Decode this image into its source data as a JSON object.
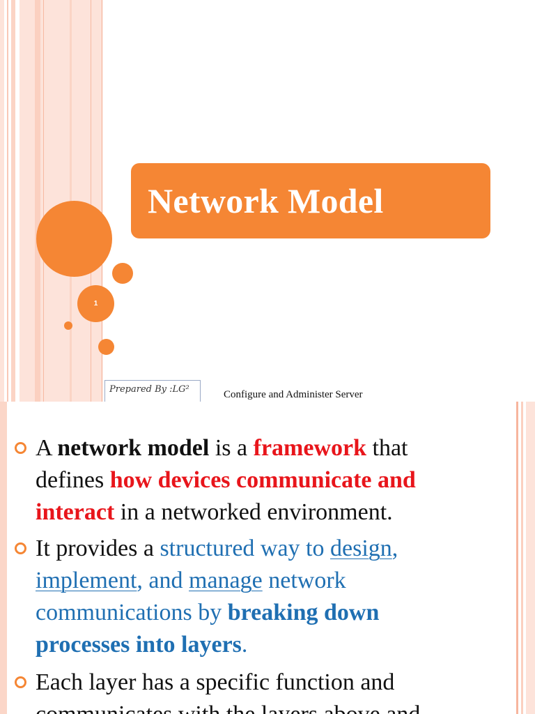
{
  "slide1": {
    "title": "Network Model",
    "page_number": "1",
    "prepared_by": "Prepared By :LG²",
    "course": "Configure and Administer Server"
  },
  "slide2": {
    "bullet1": {
      "a": "A ",
      "b": "network model",
      "c": " is a ",
      "d": "framework",
      "e": " that",
      "f": "defines ",
      "g": "how devices communicate and",
      "h": "interact",
      "i": " in a networked environment."
    },
    "bullet2": {
      "a": "It provides a ",
      "b": "structured way to ",
      "c": "design",
      "d": ",",
      "e": "implement",
      "f": ", and ",
      "g": "manage",
      "h": " network",
      "i": "communications by ",
      "j": "breaking down",
      "k": "processes into layers",
      "l": "."
    },
    "bullet3": {
      "a": "Each layer has a specific function and",
      "b": "communicates with the layers above and"
    }
  },
  "colors": {
    "accent_orange": "#f58634",
    "emphasis_red": "#e8151b",
    "emphasis_blue": "#1f6fb2"
  }
}
